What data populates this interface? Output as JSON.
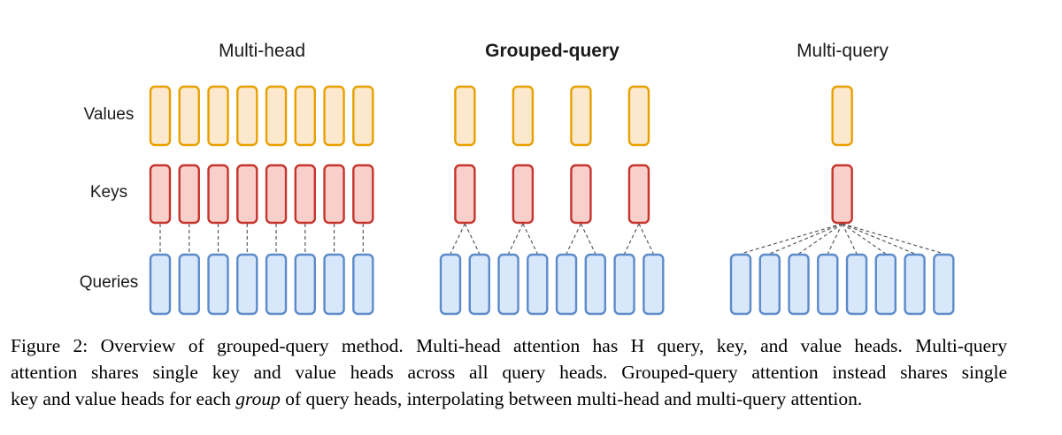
{
  "figure": {
    "panels": [
      {
        "title": "Multi-head",
        "emphasis": "regular",
        "value_heads": 8,
        "key_heads": 8,
        "query_heads": 8
      },
      {
        "title": "Grouped-query",
        "emphasis": "bold",
        "value_heads": 4,
        "key_heads": 4,
        "query_heads": 8
      },
      {
        "title": "Multi-query",
        "emphasis": "regular",
        "value_heads": 1,
        "key_heads": 1,
        "query_heads": 8
      }
    ],
    "row_labels": [
      "Values",
      "Keys",
      "Queries"
    ],
    "colors": {
      "value_fill": "#FCE9CD",
      "value_stroke": "#E8A000",
      "key_fill": "#F9CFCC",
      "key_stroke": "#C5352C",
      "query_fill": "#D9E7FB",
      "query_stroke": "#5B8BC9",
      "connector": "#595959"
    }
  },
  "caption": {
    "line1": "Figure 2: Overview of grouped-query method. Multi-head attention has H query, key, and value heads. Multi-query",
    "line2": "attention shares single key and value heads across all query heads. Grouped-query attention instead shares single",
    "line3_pre": "key and value heads for each ",
    "line3_italic": "group",
    "line3_post": " of query heads, interpolating between multi-head and multi-query attention."
  }
}
